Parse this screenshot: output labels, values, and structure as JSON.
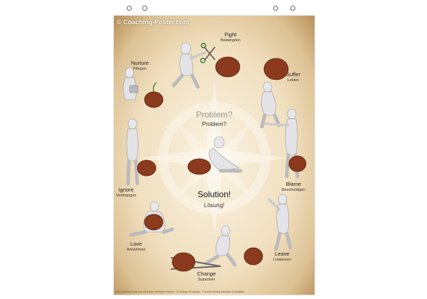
{
  "poster": {
    "copyright": "© Coaching-Poster.com",
    "center": {
      "problem_en": "Problem?",
      "problem_de": "Problem?",
      "solution_en": "Solution!",
      "solution_de": "Lösung!"
    },
    "steps": [
      {
        "en": "Fight",
        "de": "Bekämpfen"
      },
      {
        "en": "Suffer",
        "de": "Leiden"
      },
      {
        "en": "Blame",
        "de": "Beschuldigen"
      },
      {
        "en": "Leave",
        "de": "Loslassen"
      },
      {
        "en": "Change",
        "de": "Zupacken"
      },
      {
        "en": "Love",
        "de": "Annehmen"
      },
      {
        "en": "Ignore",
        "de": "Verdrängen"
      },
      {
        "en": "Nurture",
        "de": "Pflegen"
      }
    ],
    "footer": "2011 Coaching-Poster.com Mit Kasten verbessern Entwurf · Dr. Wohnger Coachplan · © Aurelio Harvest publication & Handlikeit"
  },
  "colors": {
    "poster_center": "#fbf3e2",
    "poster_edge": "#b98f58",
    "nut": "#8b3a1e",
    "figure": "#e6e6ea"
  }
}
